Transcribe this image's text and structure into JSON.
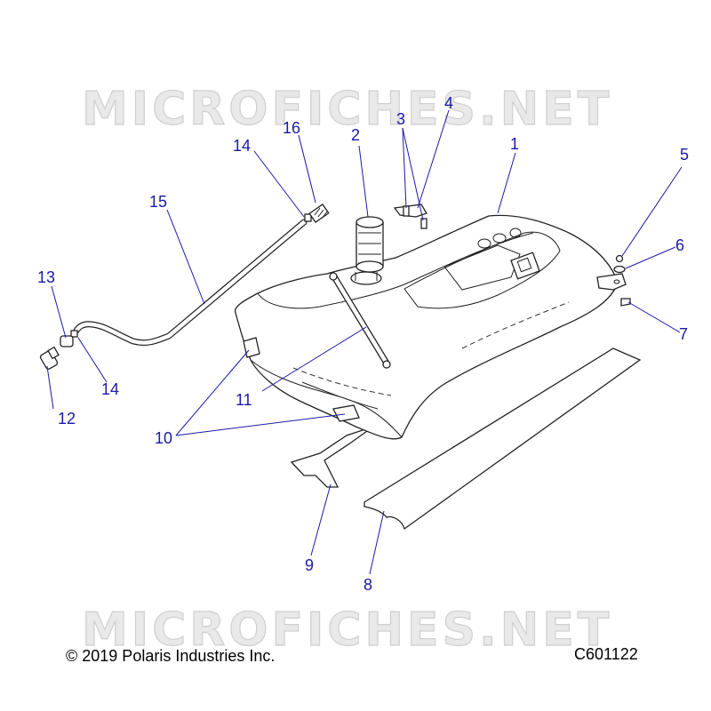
{
  "watermark": {
    "top_text": "MICROFICHES.NET",
    "bottom_text": "MICROFICHES.NET"
  },
  "footer": {
    "copyright": "© 2019 Polaris Industries Inc.",
    "diagram_code": "C601122"
  },
  "callouts": {
    "c1": "1",
    "c2": "2",
    "c3": "3",
    "c4": "4",
    "c5": "5",
    "c6": "6",
    "c7": "7",
    "c8": "8",
    "c9": "9",
    "c10": "10",
    "c11": "11",
    "c12": "12",
    "c13": "13",
    "c14a": "14",
    "c14b": "14",
    "c15": "15",
    "c16": "16"
  },
  "colors": {
    "callout_color": "#1a1aa6",
    "line_color": "#222222",
    "watermark_color": "#d8d8d8"
  }
}
